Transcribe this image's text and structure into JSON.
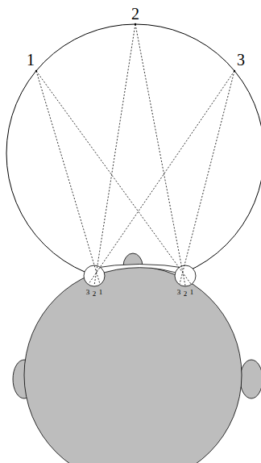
{
  "diagram": {
    "labels": [
      "1",
      "2",
      "3",
      "3",
      "2",
      "1",
      "3",
      "2",
      "1"
    ]
  }
}
